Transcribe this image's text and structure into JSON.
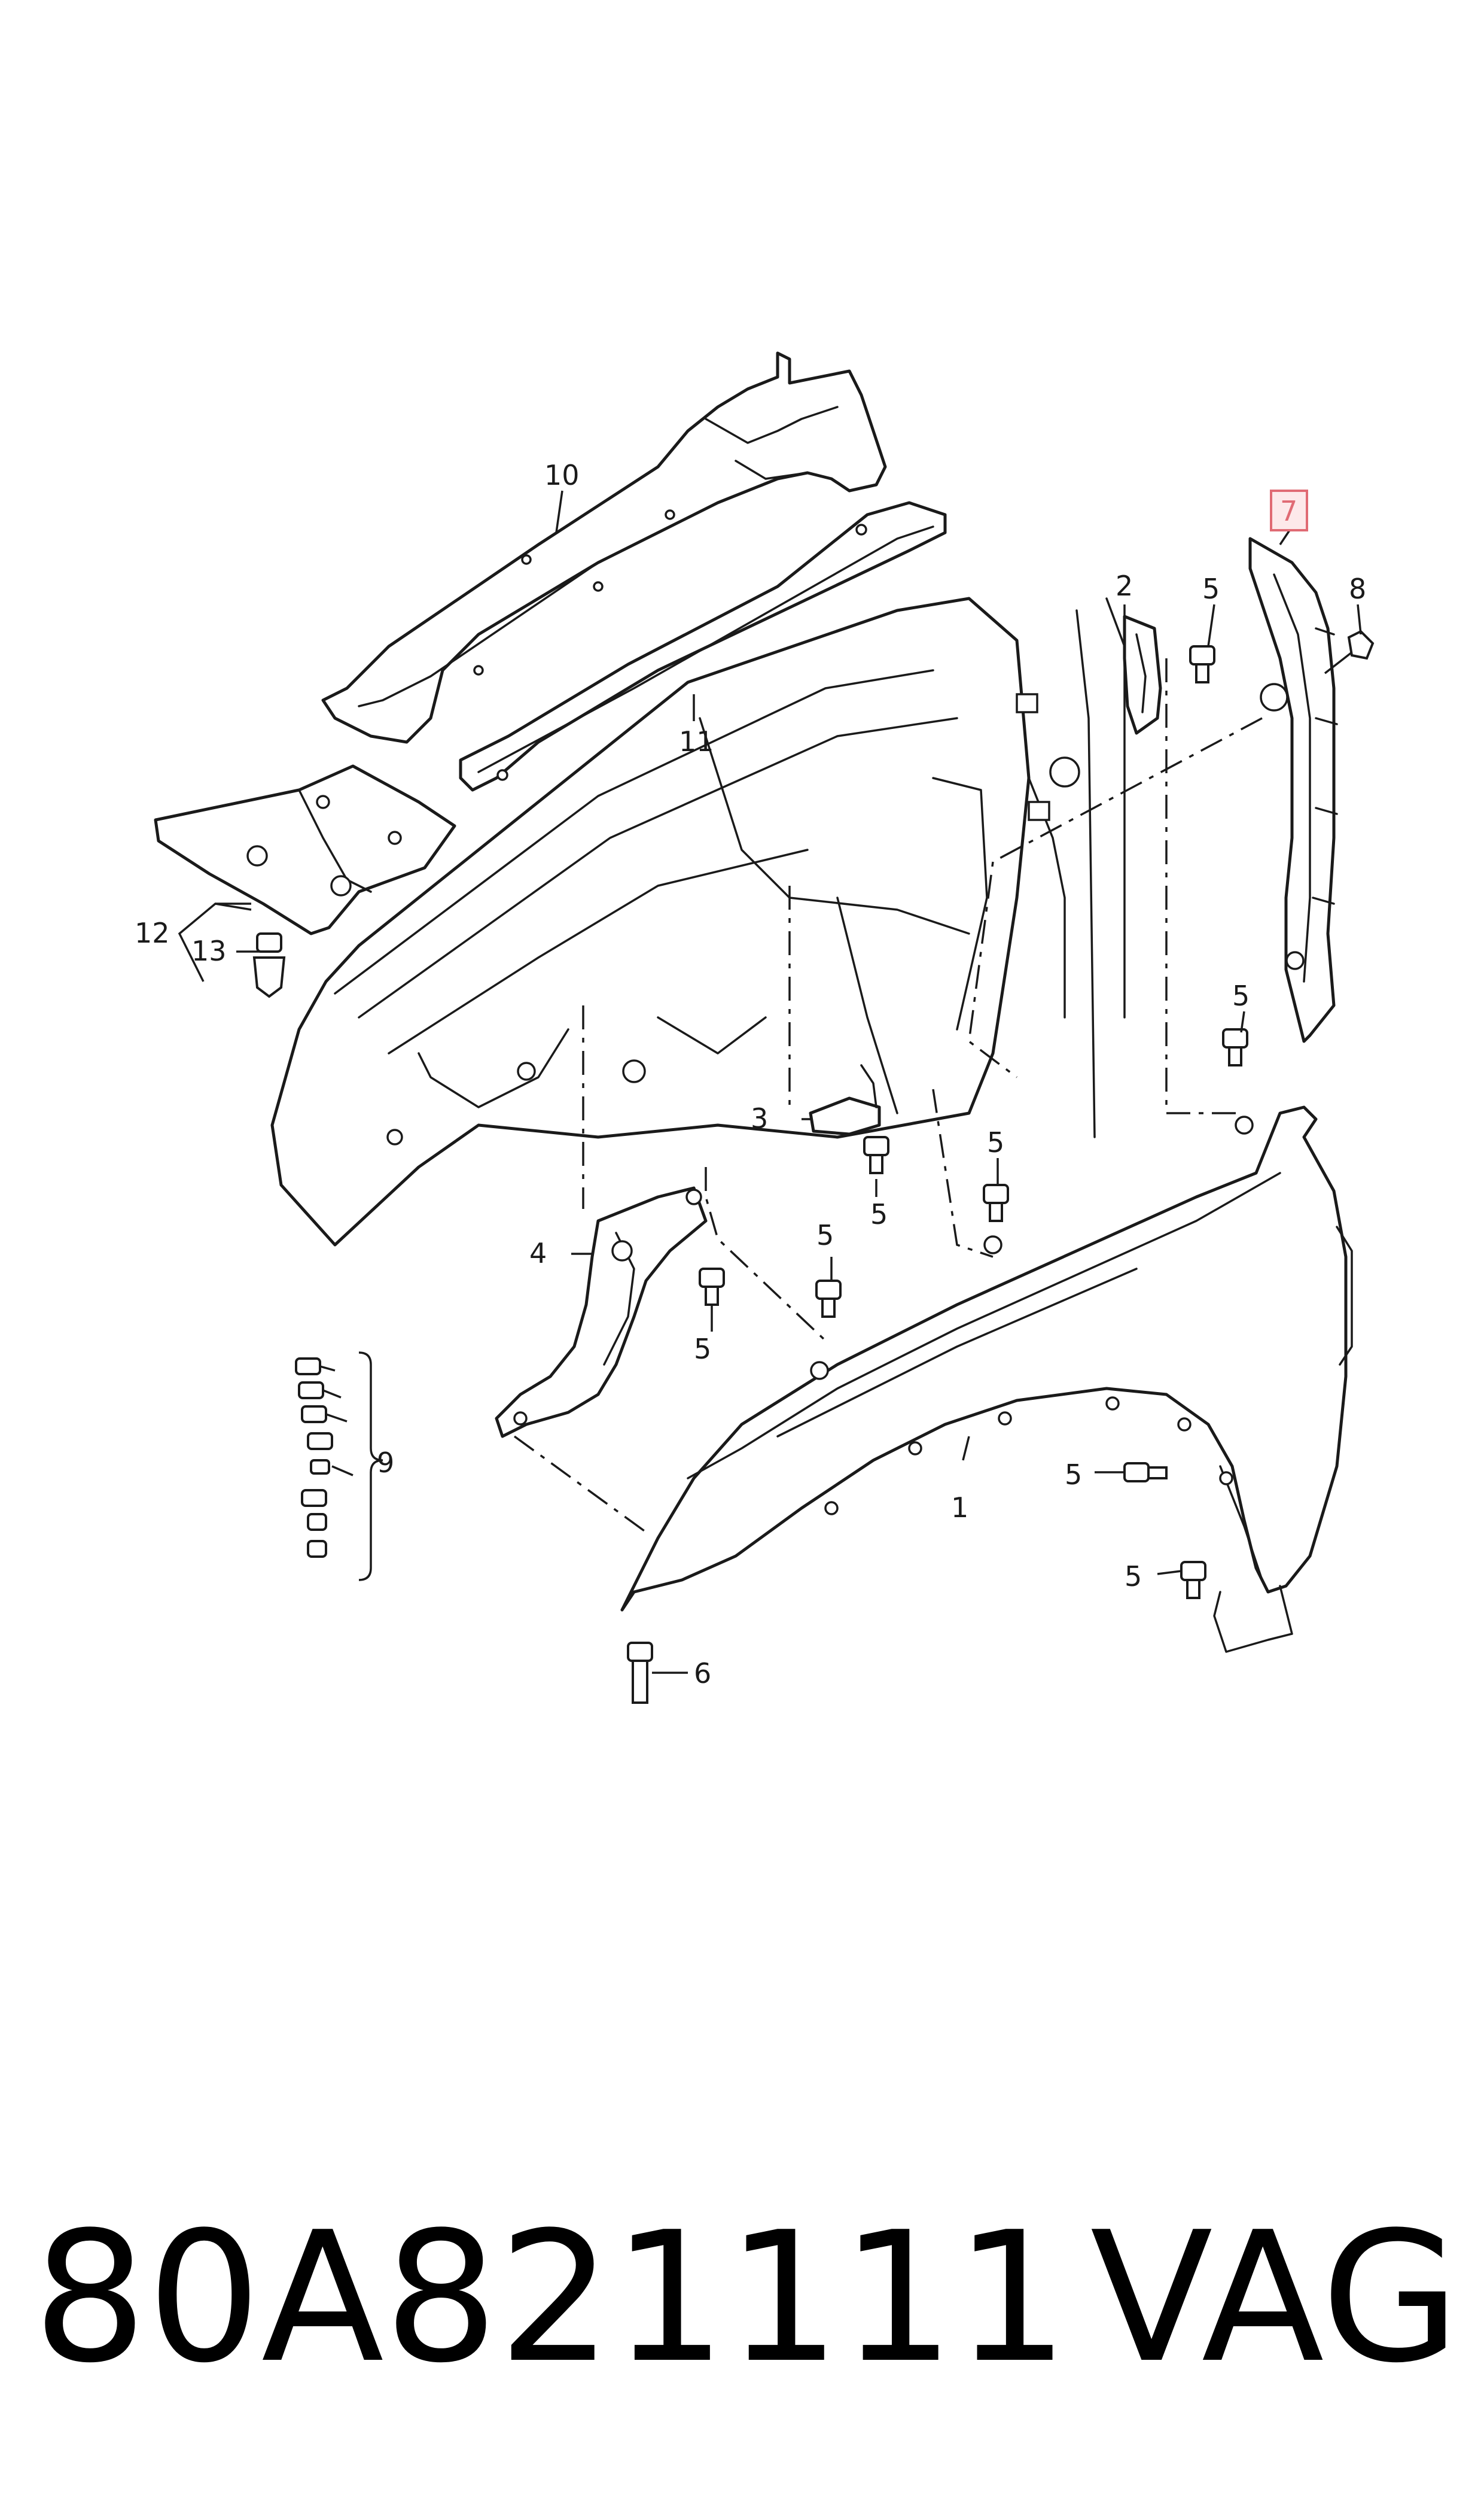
{
  "diagram": {
    "callouts": {
      "p1": "1",
      "p2": "2",
      "p3": "3",
      "p4": "4",
      "p5": "5",
      "p6": "6",
      "p7": "7",
      "p8": "8",
      "p9": "9",
      "p10": "10",
      "p11": "11",
      "p12": "12",
      "p13": "13"
    },
    "highlighted_callout": "7",
    "highlight_color": "#e06b74"
  },
  "footer": {
    "part_number": "80A821111",
    "brand": "VAG"
  }
}
